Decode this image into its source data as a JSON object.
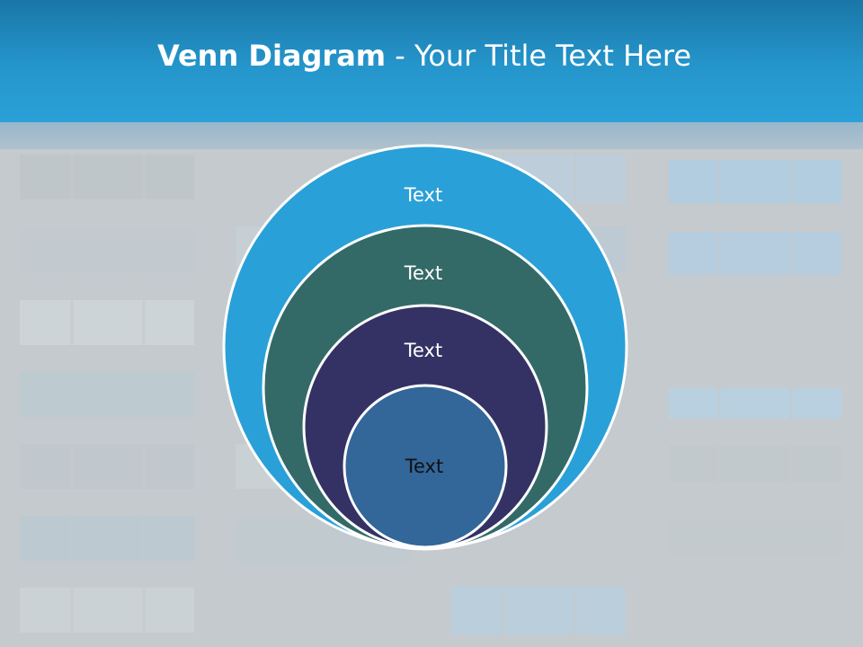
{
  "slide": {
    "title_bold": "Venn Diagram",
    "title_rest": " - Your Title Text Here"
  },
  "diagram": {
    "circles": [
      {
        "label": "Text",
        "fill": "#2aa0d8"
      },
      {
        "label": "Text",
        "fill": "#336a67"
      },
      {
        "label": "Text",
        "fill": "#343264"
      },
      {
        "label": "Text",
        "fill": "#336699"
      }
    ],
    "stroke_color": "#ffffff",
    "text_color_light": "#ffffff",
    "text_color_dark": "#111111"
  },
  "background": {
    "color": "#c4cacd",
    "header_color": "#2596cc"
  }
}
